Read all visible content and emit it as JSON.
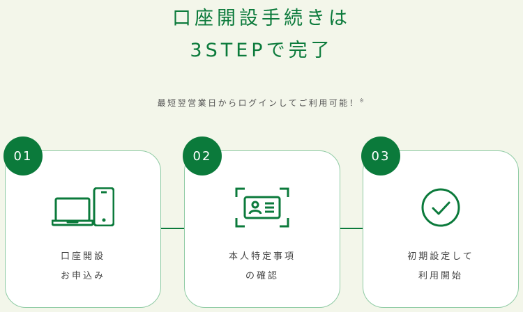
{
  "heading": {
    "line1": "口座開設手続きは",
    "line2": "3STEPで完了"
  },
  "subtitle": {
    "text": "最短翌営業日からログインしてご利用可能！",
    "note": "※"
  },
  "steps": [
    {
      "number": "01",
      "label1": "口座開設",
      "label2": "お申込み",
      "icon": "laptop-phone-icon"
    },
    {
      "number": "02",
      "label1": "本人特定事項",
      "label2": "の確認",
      "icon": "id-card-icon"
    },
    {
      "number": "03",
      "label1": "初期設定して",
      "label2": "利用開始",
      "icon": "check-circle-icon"
    }
  ],
  "colors": {
    "accent": "#0b7a3b",
    "background": "#f3f6ea"
  }
}
